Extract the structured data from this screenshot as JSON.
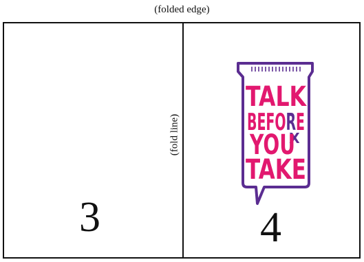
{
  "caption": {
    "folded_edge": "(folded edge)",
    "fold_line": "(fold line)"
  },
  "panels": {
    "left_page_number": "3",
    "right_page_number": "4"
  },
  "logo": {
    "line1": "TALK",
    "line2_before": "BEFO",
    "line2_r": "R",
    "line2_x": "X",
    "line2_e": "E",
    "line3": "YOU",
    "line4": "TAKE",
    "colors": {
      "frame": "#5b2d91",
      "text": "#e2186f",
      "rx": "#5b2d91"
    }
  }
}
